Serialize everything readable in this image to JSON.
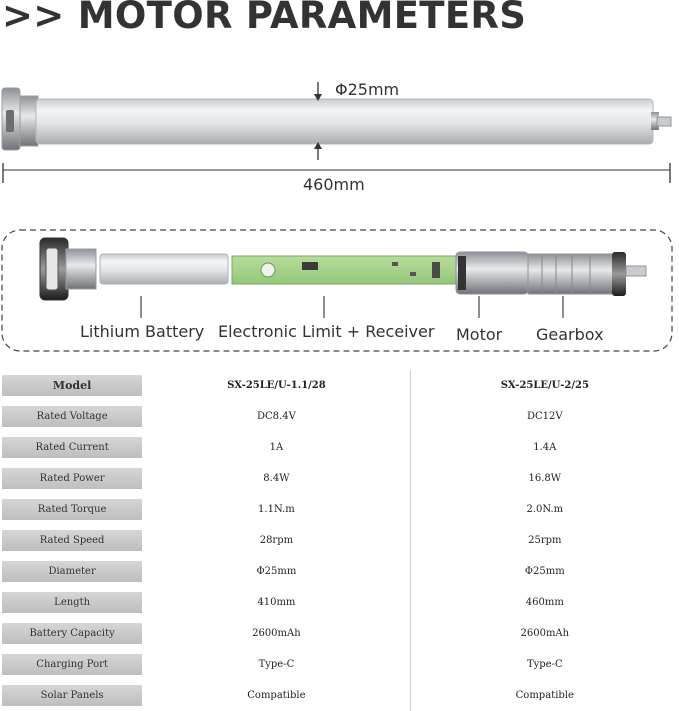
{
  "title": ">> MOTOR PARAMETERS",
  "dimensions": {
    "diameter": "Φ25mm",
    "length": "460mm"
  },
  "components": [
    "Lithium Battery",
    "Electronic Limit + Receiver",
    "Motor",
    "Gearbox"
  ],
  "specs": {
    "header": {
      "label": "Model",
      "col1": "SX-25LE/U-1.1/28",
      "col2": "SX-25LE/U-2/25"
    },
    "rows": [
      {
        "label": "Rated Voltage",
        "col1": "DC8.4V",
        "col2": "DC12V"
      },
      {
        "label": "Rated Current",
        "col1": "1A",
        "col2": "1.4A"
      },
      {
        "label": "Rated Power",
        "col1": "8.4W",
        "col2": "16.8W"
      },
      {
        "label": "Rated Torque",
        "col1": "1.1N.m",
        "col2": "2.0N.m"
      },
      {
        "label": "Rated Speed",
        "col1": "28rpm",
        "col2": "25rpm"
      },
      {
        "label": "Diameter",
        "col1": "Φ25mm",
        "col2": "Φ25mm"
      },
      {
        "label": "Length",
        "col1": "410mm",
        "col2": "460mm"
      },
      {
        "label": "Battery Capacity",
        "col1": "2600mAh",
        "col2": "2600mAh"
      },
      {
        "label": "Charging Port",
        "col1": "Type-C",
        "col2": "Type-C"
      },
      {
        "label": "Solar Panels",
        "col1": "Compatible",
        "col2": "Compatible"
      }
    ]
  }
}
